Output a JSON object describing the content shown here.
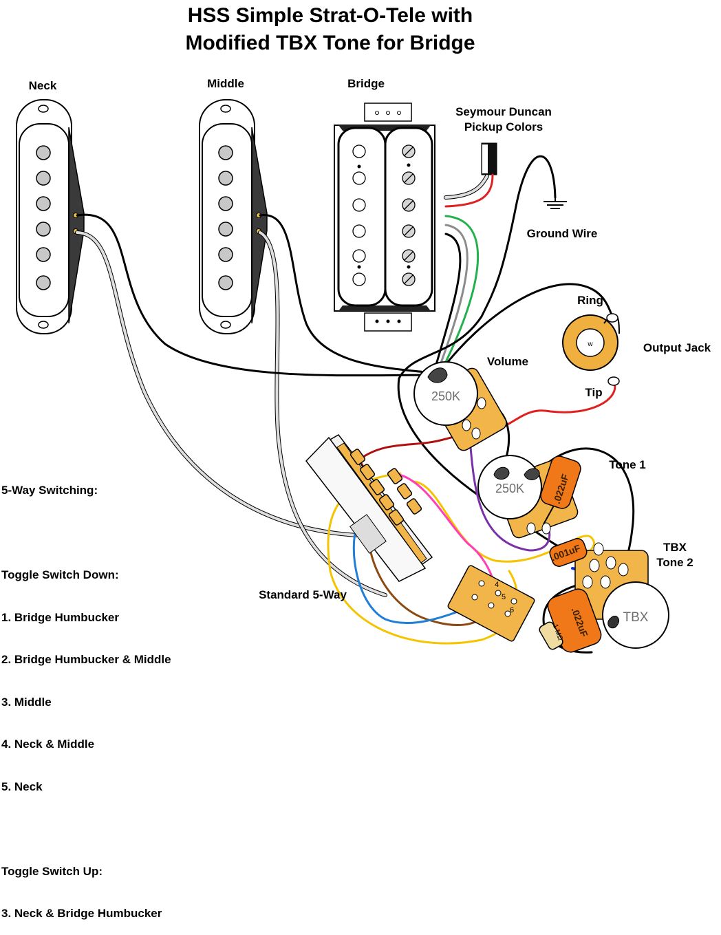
{
  "title": {
    "line1": "HSS Simple Strat-O-Tele with",
    "line2": "Modified TBX Tone for Bridge"
  },
  "pickups": {
    "neck": "Neck",
    "middle": "Middle",
    "bridge": "Bridge"
  },
  "colors_label": {
    "line1": "Seymour Duncan",
    "line2": "Pickup Colors"
  },
  "ground_label": "Ground Wire",
  "volume": {
    "label": "Volume",
    "value": "250K"
  },
  "tone1": {
    "label": "Tone 1",
    "value": "250K",
    "cap": ".022uF"
  },
  "tbx": {
    "label1": "TBX",
    "label2": "Tone 2",
    "value": "TBX",
    "cap_small": ".001uF",
    "cap_large": ".022uF",
    "resistor": "1 MΩ"
  },
  "output_jack": {
    "label": "Output Jack",
    "ring": "Ring",
    "tip": "Tip"
  },
  "switch_label": "Standard 5-Way",
  "switch_numbers": [
    "4",
    "5",
    "6"
  ],
  "notes": {
    "heading": "5-Way Switching:",
    "down_heading": "Toggle Switch Down:",
    "down": [
      "1. Bridge Humbucker",
      "2. Bridge Humbucker & Middle",
      "3. Middle",
      "4. Neck & Middle",
      "5. Neck"
    ],
    "up_heading": "Toggle Switch Up:",
    "up": [
      "3. Neck & Bridge Humbucker"
    ]
  },
  "wire_colors": {
    "white": "#e6e6e6",
    "red": "#e02020",
    "green": "#22b14c",
    "gray": "#8c8c8c",
    "black": "#000000",
    "yellow": "#f5c400",
    "pink": "#ff40b4",
    "brown": "#8b4a12",
    "blue": "#1f7fd6",
    "purple": "#7a30a8",
    "crimson": "#b01010",
    "navy": "#1030e0"
  }
}
